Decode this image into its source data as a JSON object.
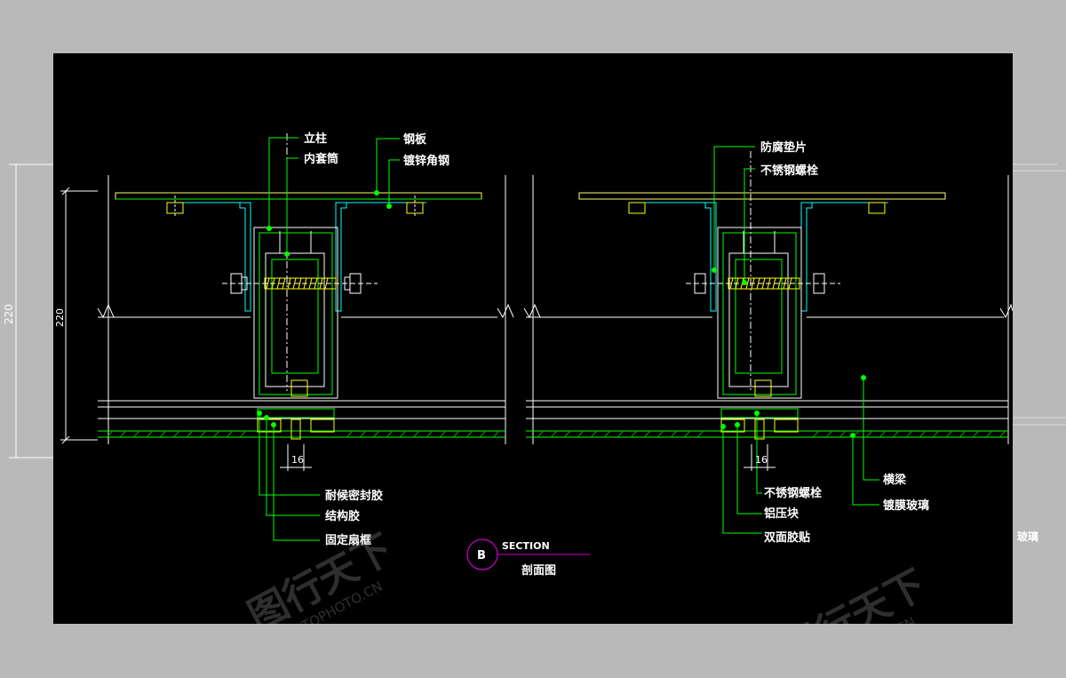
{
  "background_drawing": {
    "dimension": "220",
    "partial_label": "玻璃"
  },
  "left_detail": {
    "labels": [
      "立柱",
      "内套筒",
      "钢板",
      "镀锌角钢",
      "耐候密封胶",
      "结构胶",
      "固定扇框"
    ],
    "dimension_vertical": "220",
    "dimension_horizontal": "16"
  },
  "right_detail": {
    "labels": [
      "防腐垫片",
      "不锈钢螺栓",
      "不锈钢螺栓",
      "铝压块",
      "双面胶贴",
      "横梁",
      "镀膜玻璃"
    ],
    "dimension_horizontal": "16"
  },
  "section_tag": {
    "letter": "B",
    "title": "SECTION",
    "subtitle": "剖面图"
  },
  "watermark": {
    "brand": "图行天下",
    "url": "PHOTOPHOTO.CN"
  },
  "colors": {
    "canvas": "#000000",
    "frame_line": "#ffffff",
    "glass_line": "#00e000",
    "steel_line": "#00ffff",
    "plate_line": "#ffff66",
    "bolt_color": "#ffff00",
    "leader_line": "#00ff00",
    "section_tag": "#cc00cc"
  }
}
